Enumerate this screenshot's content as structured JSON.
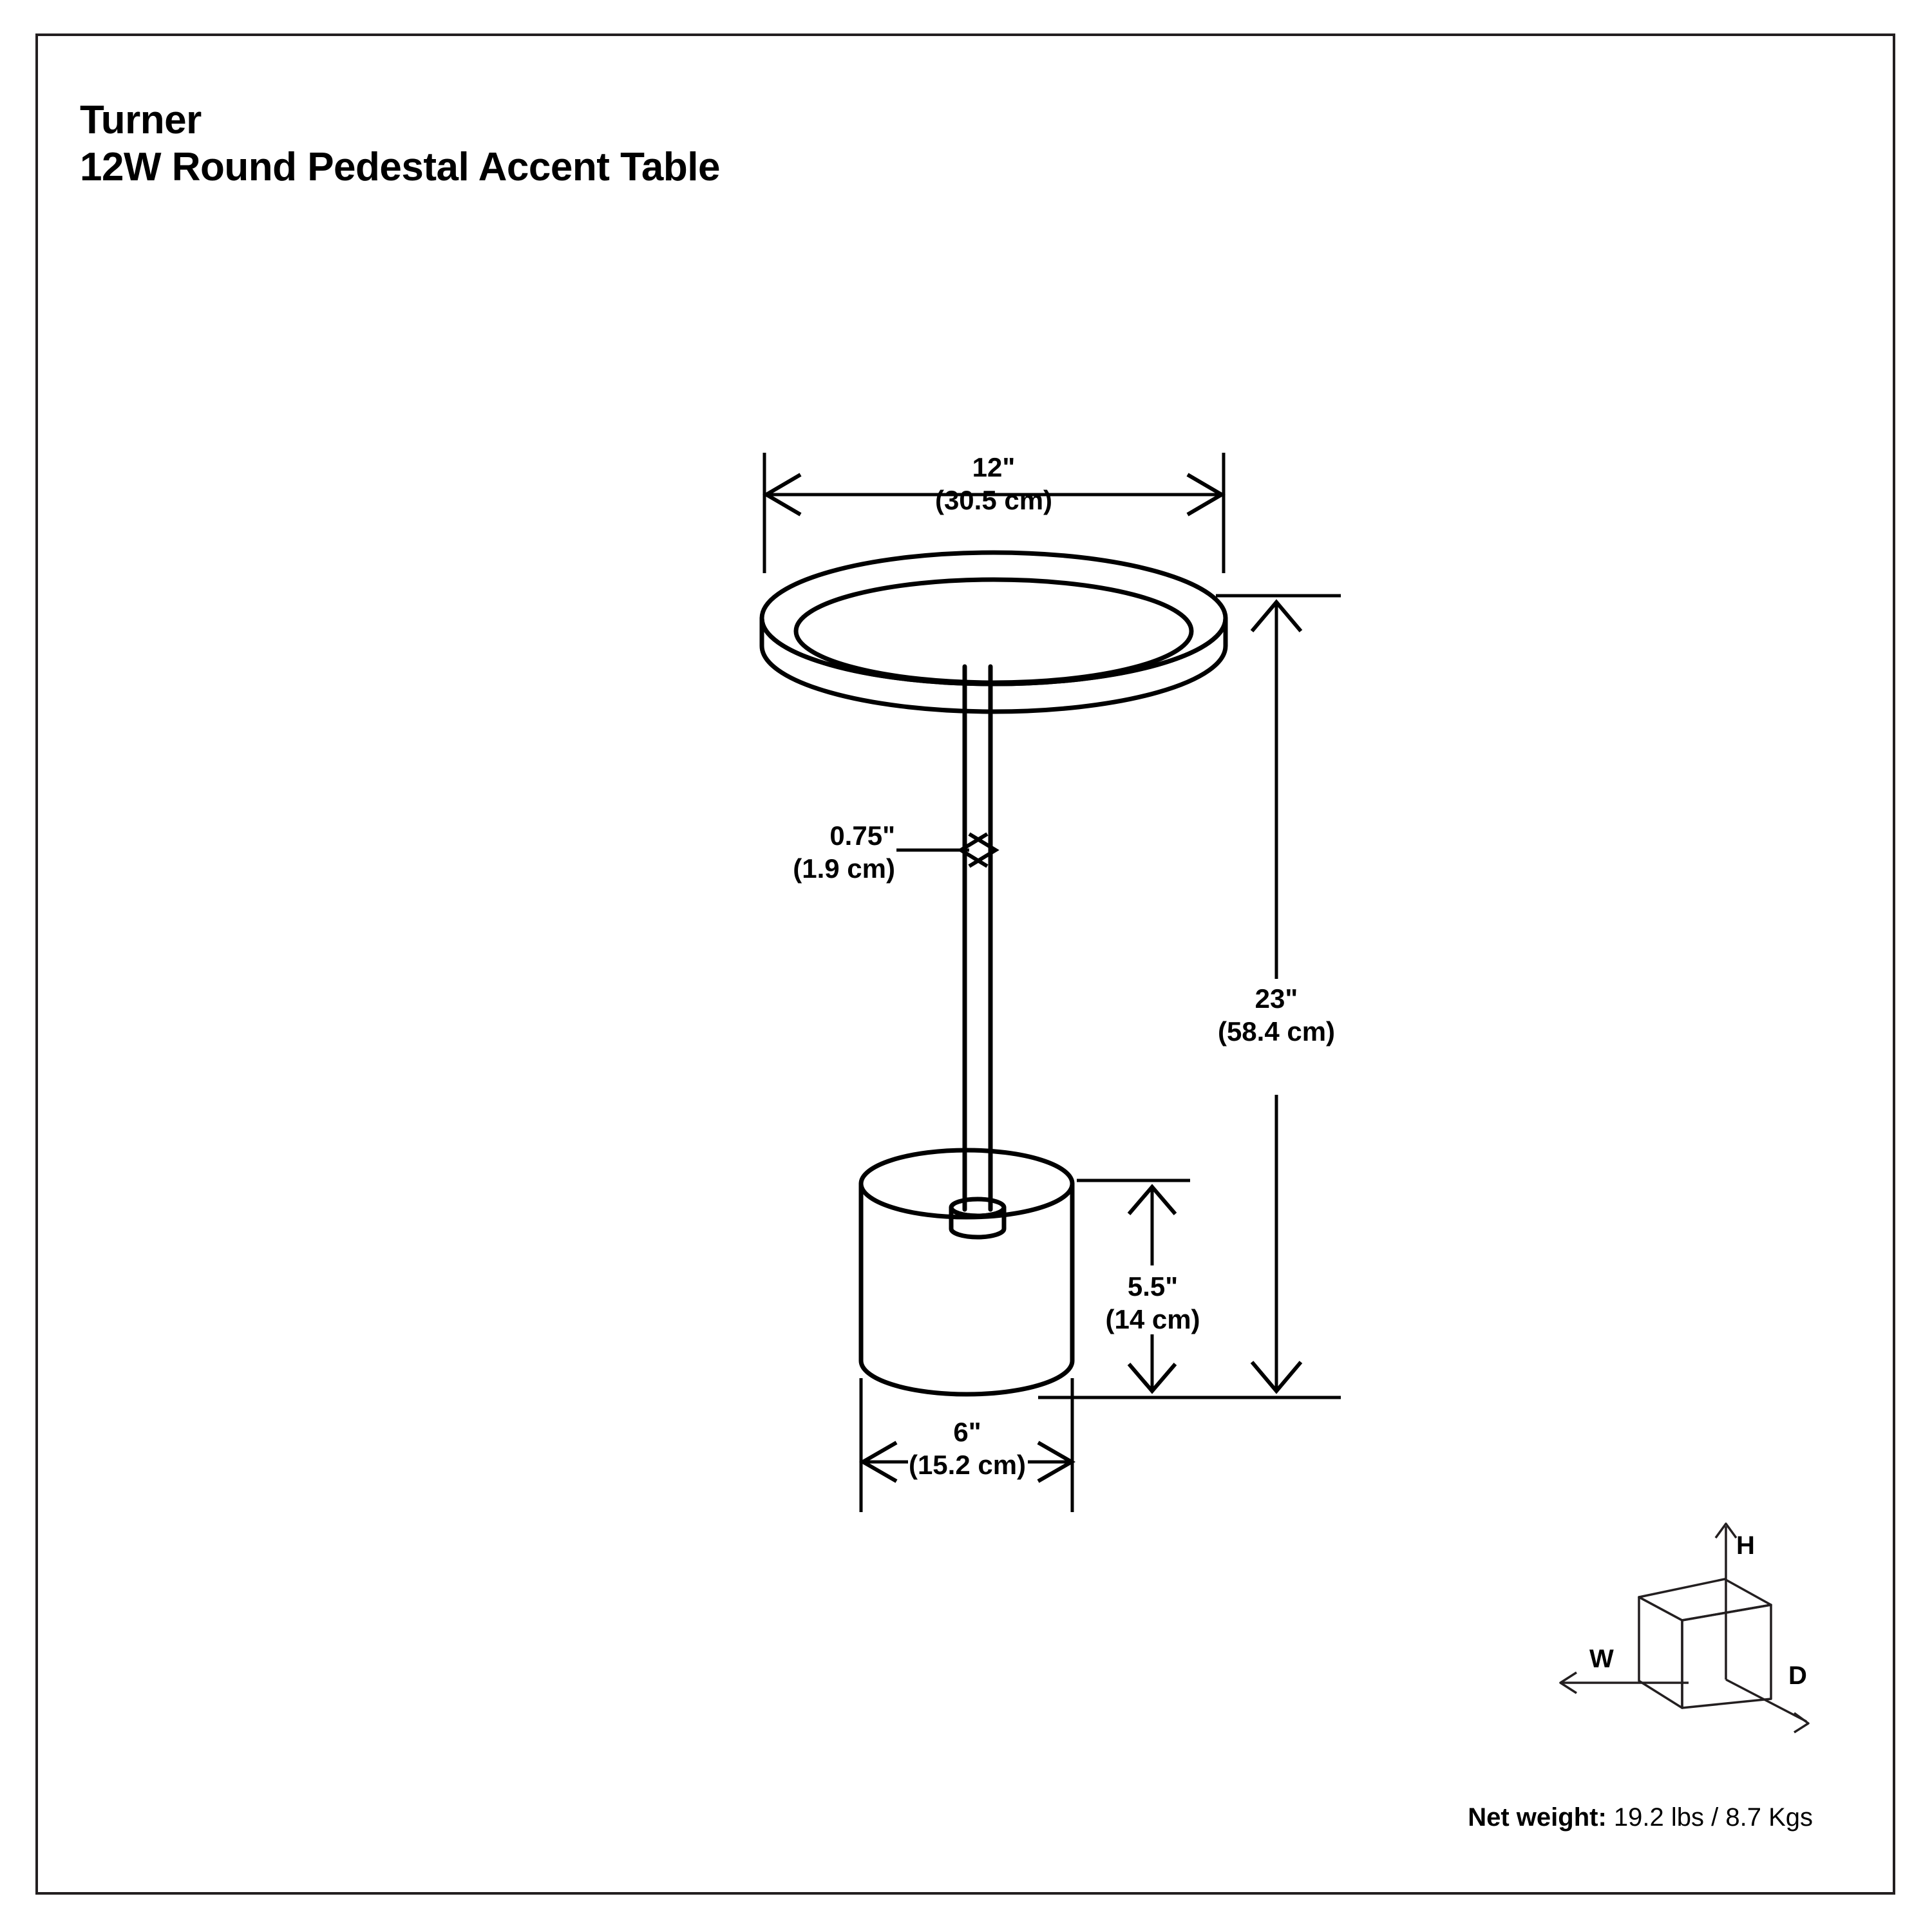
{
  "document": {
    "product_name": "Turner",
    "product_description": "12W Round Pedestal Accent Table",
    "frame_color": "#231f20",
    "line_color": "#000000",
    "background_color": "#ffffff"
  },
  "dimensions": {
    "top_width": {
      "name": "tabletop-diameter",
      "imperial": "12\"",
      "metric": "(30.5 cm)",
      "orientation": "horizontal"
    },
    "stem_thickness": {
      "name": "stem-thickness",
      "imperial": "0.75\"",
      "metric": "(1.9 cm)",
      "orientation": "horizontal"
    },
    "overall_height": {
      "name": "overall-height",
      "imperial": "23\"",
      "metric": "(58.4 cm)",
      "orientation": "vertical"
    },
    "base_height": {
      "name": "base-height",
      "imperial": "5.5\"",
      "metric": "(14 cm)",
      "orientation": "vertical"
    },
    "base_width": {
      "name": "base-diameter",
      "imperial": "6\"",
      "metric": "(15.2 cm)",
      "orientation": "horizontal"
    }
  },
  "legend": {
    "width_axis": "W",
    "depth_axis": "D",
    "height_axis": "H"
  },
  "footer": {
    "net_weight_label": "Net weight:",
    "net_weight_value": "19.2 lbs / 8.7 Kgs"
  }
}
